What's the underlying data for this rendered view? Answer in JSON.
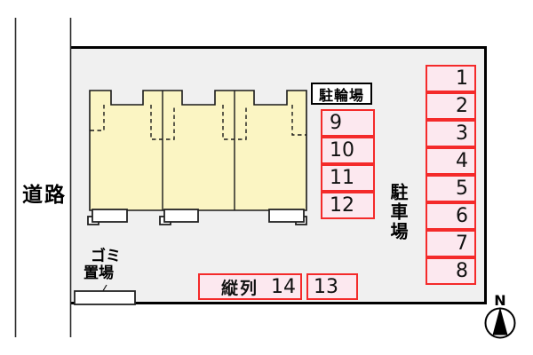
{
  "road": {
    "label": "道路"
  },
  "bicycle_parking": {
    "label": "駐輪場",
    "spaces": [
      "9",
      "10",
      "11",
      "12"
    ]
  },
  "car_parking": {
    "label": "駐車場",
    "right_column_spaces": [
      "1",
      "2",
      "3",
      "4",
      "5",
      "6",
      "7",
      "8"
    ],
    "tandem_label": "縦列",
    "tandem_space": "14",
    "bottom_space": "13"
  },
  "garbage_area": {
    "label_line1": "ゴミ",
    "label_line2": "置場"
  },
  "compass": {
    "north": "N"
  },
  "colors": {
    "site_fill": "#f0f0f0",
    "building_fill": "#fbf5c3",
    "space_fill": "#fce8ef",
    "space_border": "#f42a2a",
    "outline": "#000000"
  }
}
